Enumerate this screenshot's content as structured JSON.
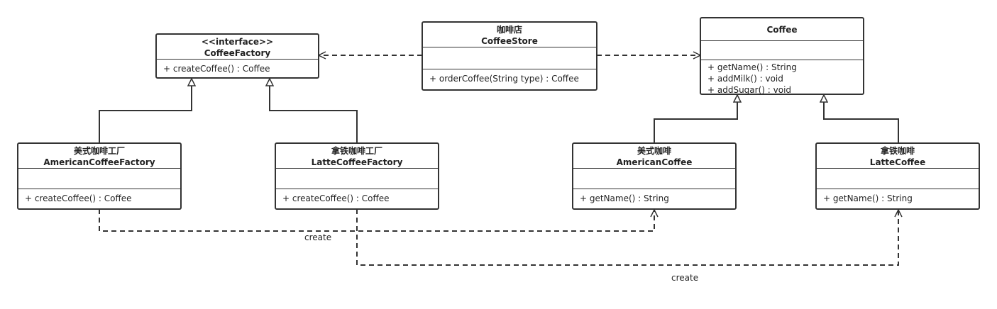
{
  "classes": {
    "coffee_factory": {
      "stereotype": "<<interface>>",
      "name": "CoffeeFactory",
      "operations": [
        "+ createCoffee() : Coffee"
      ]
    },
    "coffee_store": {
      "cn_name": "咖啡店",
      "name": "CoffeeStore",
      "operations": [
        "+ orderCoffee(String type) : Coffee"
      ]
    },
    "coffee": {
      "name": "Coffee",
      "operations": [
        "+ getName() : String",
        "+ addMilk() : void",
        "+ addSugar() : void"
      ]
    },
    "american_coffee_factory": {
      "cn_name": "美式咖啡工厂",
      "name": "AmericanCoffeeFactory",
      "operations": [
        "+ createCoffee() : Coffee"
      ]
    },
    "latte_coffee_factory": {
      "cn_name": "拿铁咖啡工厂",
      "name": "LatteCoffeeFactory",
      "operations": [
        "+ createCoffee() : Coffee"
      ]
    },
    "american_coffee": {
      "cn_name": "美式咖啡",
      "name": "AmericanCoffee",
      "operations": [
        "+ getName() : String"
      ]
    },
    "latte_coffee": {
      "cn_name": "拿铁咖啡",
      "name": "LatteCoffee",
      "operations": [
        "+ getName() : String"
      ]
    }
  },
  "edges": {
    "create_american_label": "create",
    "create_latte_label": "create"
  }
}
